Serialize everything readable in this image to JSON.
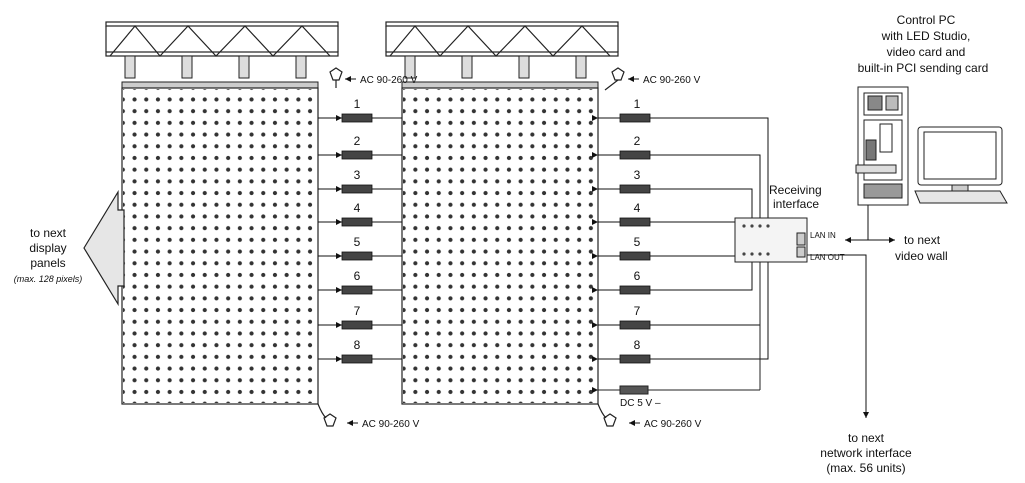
{
  "power": {
    "ac_label": "AC 90-260 V",
    "dc_label": "DC 5 V"
  },
  "channels": [
    "1",
    "2",
    "3",
    "4",
    "5",
    "6",
    "7",
    "8"
  ],
  "control_pc": {
    "lines": [
      "Control PC",
      "with LED Studio,",
      "video card and",
      "built-in PCI sending card"
    ]
  },
  "receiving_interface": {
    "lines": [
      "Receiving",
      "interface"
    ],
    "lan_in": "LAN IN",
    "lan_out": "LAN OUT"
  },
  "next_display": {
    "lines": [
      "to next",
      "display",
      "panels"
    ],
    "note": "(max. 128 pixels)"
  },
  "next_video_wall": {
    "lines": [
      "to next",
      "video wall"
    ]
  },
  "next_network": {
    "lines": [
      "to next",
      "network interface",
      "(max. 56 units)"
    ]
  }
}
